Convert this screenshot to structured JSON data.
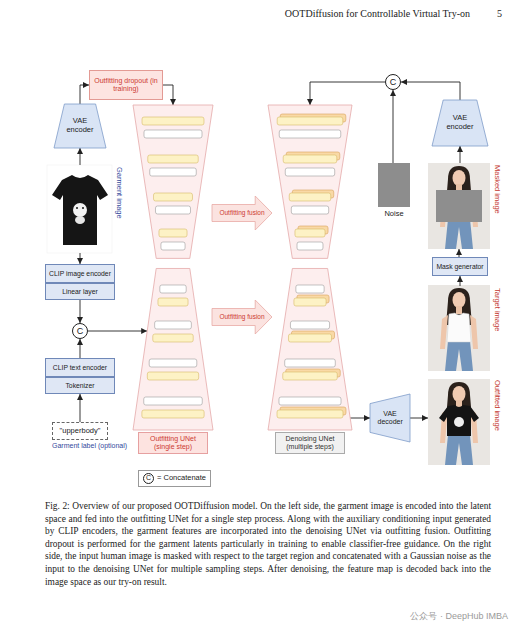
{
  "diagram": {
    "caption": "Fig. 2: Overview of our proposed OOTDiffusion model. On the left side, the garment image is encoded into the latent space and fed into the outfitting UNet for a single step process. Along with the auxiliary conditioning input generated by CLIP encoders, the garment features are incorporated into the denoising UNet via outfitting fusion. Outfitting dropout is performed for the garment latents particularly in training to enable classifier-free guidance. On the right side, the input human image is masked with respect to the target region and concatenated with a Gaussian noise as the input to the denoising UNet for multiple sampling steps. After denoising, the feature map is decoded back into the image space as our try-on result.",
    "nodes": [
      {
        "text": [
          "Outfitting dropout (in training)"
        ]
      },
      {
        "text": [
          "VAE encoder"
        ]
      },
      {
        "text": [
          "Garment image"
        ]
      },
      {
        "text": [
          "CLIP image encoder"
        ]
      },
      {
        "text": [
          "Linear layer"
        ]
      },
      {
        "text": [
          "C"
        ]
      },
      {
        "text": [
          "CLIP text encoder"
        ]
      },
      {
        "text": [
          "Tokenizer"
        ]
      },
      {
        "text": [
          "\"upperbody\"",
          "Garment label (optional)"
        ]
      },
      {
        "text": [
          "Outfitting UNet (single step)"
        ]
      },
      {
        "text": [
          "Outfitting fusion"
        ]
      },
      {
        "text": [
          "Outfitting fusion"
        ]
      },
      {
        "text": [
          "Denoising UNet (multiple steps)"
        ]
      },
      {
        "text": [
          "C"
        ]
      },
      {
        "text": [
          "Noise"
        ]
      },
      {
        "text": [
          "VAE encoder"
        ]
      },
      {
        "text": [
          "Masked image"
        ]
      },
      {
        "text": [
          "Mask generator"
        ]
      },
      {
        "text": [
          "Target image"
        ]
      },
      {
        "text": [
          "VAE decoder"
        ]
      },
      {
        "text": [
          "Outfitted image"
        ]
      }
    ],
    "edges": [
      {
        "from": 2,
        "to": 1,
        "arrow": "to"
      },
      {
        "from": 1,
        "to": 0,
        "arrow": "to"
      },
      {
        "from": 0,
        "to": 9,
        "arrow": "to"
      },
      {
        "from": 2,
        "to": 3,
        "arrow": "to"
      },
      {
        "from": 4,
        "to": 5,
        "arrow": "to"
      },
      {
        "from": 6,
        "to": 5,
        "arrow": "to"
      },
      {
        "from": 8,
        "to": 7,
        "arrow": "to"
      },
      {
        "from": 5,
        "to": 9,
        "arrow": "to"
      },
      {
        "from": 13,
        "to": 12,
        "arrow": "to"
      },
      {
        "from": 14,
        "to": 13,
        "arrow": "to"
      },
      {
        "from": 15,
        "to": 13,
        "arrow": "to"
      },
      {
        "from": 16,
        "to": 15,
        "arrow": "to"
      },
      {
        "from": 17,
        "to": 16,
        "arrow": "to"
      },
      {
        "from": 18,
        "to": 17,
        "arrow": "to"
      },
      {
        "from": 12,
        "to": 19,
        "arrow": "to"
      },
      {
        "from": 19,
        "to": 20,
        "arrow": "to"
      }
    ],
    "labels": [
      "OOTDiffusion for Controllable Virtual Try-on",
      "5",
      "C",
      "公众号 · DeepHub IMBA"
    ],
    "legend": [
      {
        "text": "= Concatenate"
      }
    ]
  }
}
